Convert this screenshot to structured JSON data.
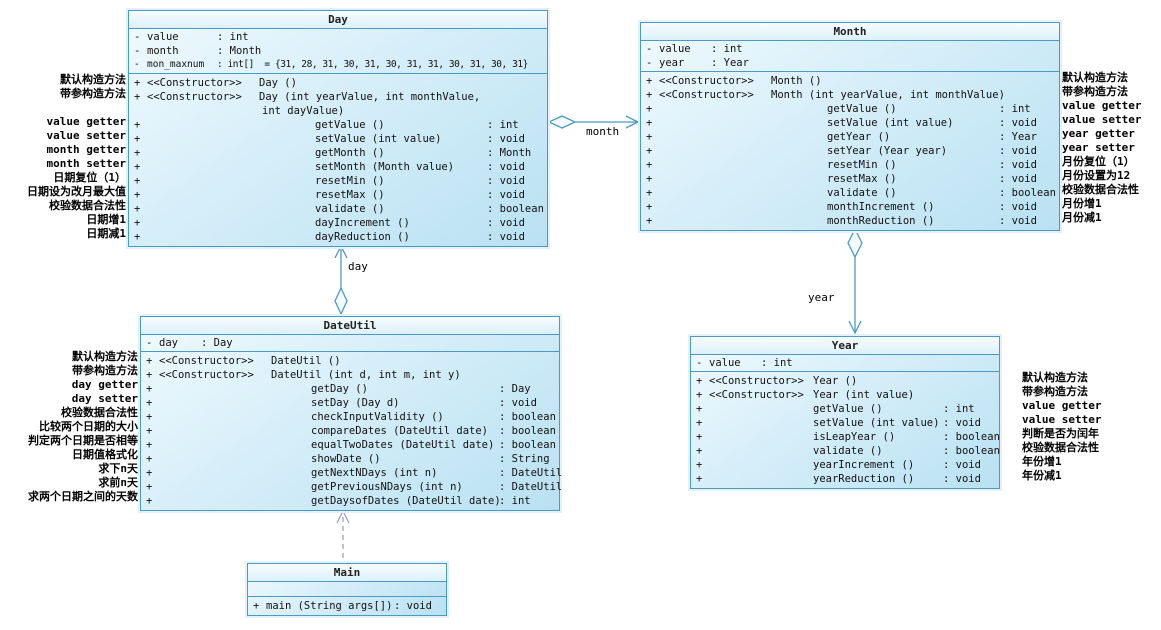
{
  "diagram": {
    "classes": {
      "day": {
        "title": "Day",
        "attributes": [
          {
            "v": "-",
            "name": "value",
            "type": ": int"
          },
          {
            "v": "-",
            "name": "month",
            "type": ": Month"
          },
          {
            "v": "-",
            "name": "mon_maxnum",
            "type": ": int[]  = {31, 28, 31, 30, 31, 30, 31, 31, 30, 31, 30, 31}"
          }
        ],
        "methods": [
          {
            "v": "+",
            "stereo": "<<Constructor>>",
            "sig": "Day ()",
            "type": "",
            "k": "c"
          },
          {
            "v": "+",
            "stereo": "<<Constructor>>",
            "sig": "Day (int yearValue, int monthValue,",
            "type": "",
            "k": "c"
          },
          {
            "v": "",
            "stereo": "",
            "sig": "int dayValue)",
            "type": "",
            "k": "w"
          },
          {
            "v": "+",
            "stereo": "",
            "sig": "getValue ()",
            "type": ": int",
            "k": "m"
          },
          {
            "v": "+",
            "stereo": "",
            "sig": "setValue (int value)",
            "type": ": void",
            "k": "m"
          },
          {
            "v": "+",
            "stereo": "",
            "sig": "getMonth ()",
            "type": ": Month",
            "k": "m"
          },
          {
            "v": "+",
            "stereo": "",
            "sig": "setMonth (Month value)",
            "type": ": void",
            "k": "m"
          },
          {
            "v": "+",
            "stereo": "",
            "sig": "resetMin ()",
            "type": ": void",
            "k": "m"
          },
          {
            "v": "+",
            "stereo": "",
            "sig": "resetMax ()",
            "type": ": void",
            "k": "m"
          },
          {
            "v": "+",
            "stereo": "",
            "sig": "validate ()",
            "type": ": boolean",
            "k": "m"
          },
          {
            "v": "+",
            "stereo": "",
            "sig": "dayIncrement ()",
            "type": ": void",
            "k": "m"
          },
          {
            "v": "+",
            "stereo": "",
            "sig": "dayReduction ()",
            "type": ": void",
            "k": "m"
          }
        ],
        "annotations": [
          "默认构造方法",
          "带参构造方法",
          "",
          "value getter",
          "value setter",
          "month getter",
          "month setter",
          "日期复位（1）",
          "日期设为改月最大值",
          "校验数据合法性",
          "日期增1",
          "日期减1"
        ]
      },
      "month": {
        "title": "Month",
        "attributes": [
          {
            "v": "-",
            "name": "value",
            "type": ": int"
          },
          {
            "v": "-",
            "name": "year",
            "type": ": Year"
          }
        ],
        "methods": [
          {
            "v": "+",
            "stereo": "<<Constructor>>",
            "sig": "Month ()",
            "type": "",
            "k": "c"
          },
          {
            "v": "+",
            "stereo": "<<Constructor>>",
            "sig": "Month (int yearValue, int monthValue)",
            "type": "",
            "k": "c"
          },
          {
            "v": "+",
            "stereo": "",
            "sig": "getValue ()",
            "type": ": int",
            "k": "m"
          },
          {
            "v": "+",
            "stereo": "",
            "sig": "setValue (int value)",
            "type": ": void",
            "k": "m"
          },
          {
            "v": "+",
            "stereo": "",
            "sig": "getYear ()",
            "type": ": Year",
            "k": "m"
          },
          {
            "v": "+",
            "stereo": "",
            "sig": "setYear (Year year)",
            "type": ": void",
            "k": "m"
          },
          {
            "v": "+",
            "stereo": "",
            "sig": "resetMin ()",
            "type": ": void",
            "k": "m"
          },
          {
            "v": "+",
            "stereo": "",
            "sig": "resetMax ()",
            "type": ": void",
            "k": "m"
          },
          {
            "v": "+",
            "stereo": "",
            "sig": "validate ()",
            "type": ": boolean",
            "k": "m"
          },
          {
            "v": "+",
            "stereo": "",
            "sig": "monthIncrement ()",
            "type": ": void",
            "k": "m"
          },
          {
            "v": "+",
            "stereo": "",
            "sig": "monthReduction ()",
            "type": ": void",
            "k": "m"
          }
        ],
        "annotations": [
          "默认构造方法",
          "带参构造方法",
          "value getter",
          "value setter",
          "year getter",
          "year setter",
          "月份复位（1）",
          "月份设置为12",
          "校验数据合法性",
          "月份增1",
          "月份减1"
        ]
      },
      "dateutil": {
        "title": "DateUtil",
        "attributes": [
          {
            "v": "-",
            "name": "day",
            "type": ": Day"
          }
        ],
        "methods": [
          {
            "v": "+",
            "stereo": "<<Constructor>>",
            "sig": "DateUtil ()",
            "type": "",
            "k": "c"
          },
          {
            "v": "+",
            "stereo": "<<Constructor>>",
            "sig": "DateUtil (int d, int m, int y)",
            "type": "",
            "k": "c"
          },
          {
            "v": "+",
            "stereo": "",
            "sig": "getDay ()",
            "type": ": Day",
            "k": "m"
          },
          {
            "v": "+",
            "stereo": "",
            "sig": "setDay (Day d)",
            "type": ": void",
            "k": "m"
          },
          {
            "v": "+",
            "stereo": "",
            "sig": "checkInputValidity ()",
            "type": ": boolean",
            "k": "m"
          },
          {
            "v": "+",
            "stereo": "",
            "sig": "compareDates (DateUtil date)",
            "type": ": boolean",
            "k": "m"
          },
          {
            "v": "+",
            "stereo": "",
            "sig": "equalTwoDates (DateUtil date)",
            "type": ": boolean",
            "k": "m"
          },
          {
            "v": "+",
            "stereo": "",
            "sig": "showDate ()",
            "type": ": String",
            "k": "m"
          },
          {
            "v": "+",
            "stereo": "",
            "sig": "getNextNDays (int n)",
            "type": ": DateUtil",
            "k": "m"
          },
          {
            "v": "+",
            "stereo": "",
            "sig": "getPreviousNDays (int n)",
            "type": ": DateUtil",
            "k": "m"
          },
          {
            "v": "+",
            "stereo": "",
            "sig": "getDaysofDates (DateUtil date)",
            "type": ": int",
            "k": "m"
          }
        ],
        "annotations": [
          "默认构造方法",
          "带参构造方法",
          "day getter",
          "day setter",
          "校验数据合法性",
          "比较两个日期的大小",
          "判定两个日期是否相等",
          "日期值格式化",
          "求下n天",
          "求前n天",
          "求两个日期之间的天数"
        ]
      },
      "year": {
        "title": "Year",
        "attributes": [
          {
            "v": "-",
            "name": "value",
            "type": ": int"
          }
        ],
        "methods": [
          {
            "v": "+",
            "stereo": "<<Constructor>>",
            "sig": "Year ()",
            "type": "",
            "k": "c"
          },
          {
            "v": "+",
            "stereo": "<<Constructor>>",
            "sig": "Year (int value)",
            "type": "",
            "k": "c"
          },
          {
            "v": "+",
            "stereo": "",
            "sig": "getValue ()",
            "type": ": int",
            "k": "n"
          },
          {
            "v": "+",
            "stereo": "",
            "sig": "setValue (int value)",
            "type": ": void",
            "k": "n"
          },
          {
            "v": "+",
            "stereo": "",
            "sig": "isLeapYear ()",
            "type": ": boolean",
            "k": "n"
          },
          {
            "v": "+",
            "stereo": "",
            "sig": "validate ()",
            "type": ": boolean",
            "k": "n"
          },
          {
            "v": "+",
            "stereo": "",
            "sig": "yearIncrement ()",
            "type": ": void",
            "k": "n"
          },
          {
            "v": "+",
            "stereo": "",
            "sig": "yearReduction ()",
            "type": ": void",
            "k": "n"
          }
        ],
        "annotations": [
          "默认构造方法",
          "带参构造方法",
          "value getter",
          "value setter",
          "判断是否为闰年",
          "校验数据合法性",
          "年份增1",
          "年份减1"
        ]
      },
      "main": {
        "title": "Main",
        "attributes": [],
        "methods": [
          {
            "v": "+",
            "stereo": "",
            "sig": "main (String args[])",
            "type": ": void",
            "k": "p"
          }
        ],
        "annotations": []
      }
    },
    "connectors": {
      "month_label": "month",
      "year_label": "year",
      "day_label": "day"
    },
    "colors": {
      "box_border": "#4a9ac2",
      "box_fill_light": "#f0fafe",
      "box_fill_dark": "#b9e1f2",
      "association_line": "#4a9ac2",
      "dependency_line": "#9d9dd0",
      "text": "#111111"
    }
  }
}
